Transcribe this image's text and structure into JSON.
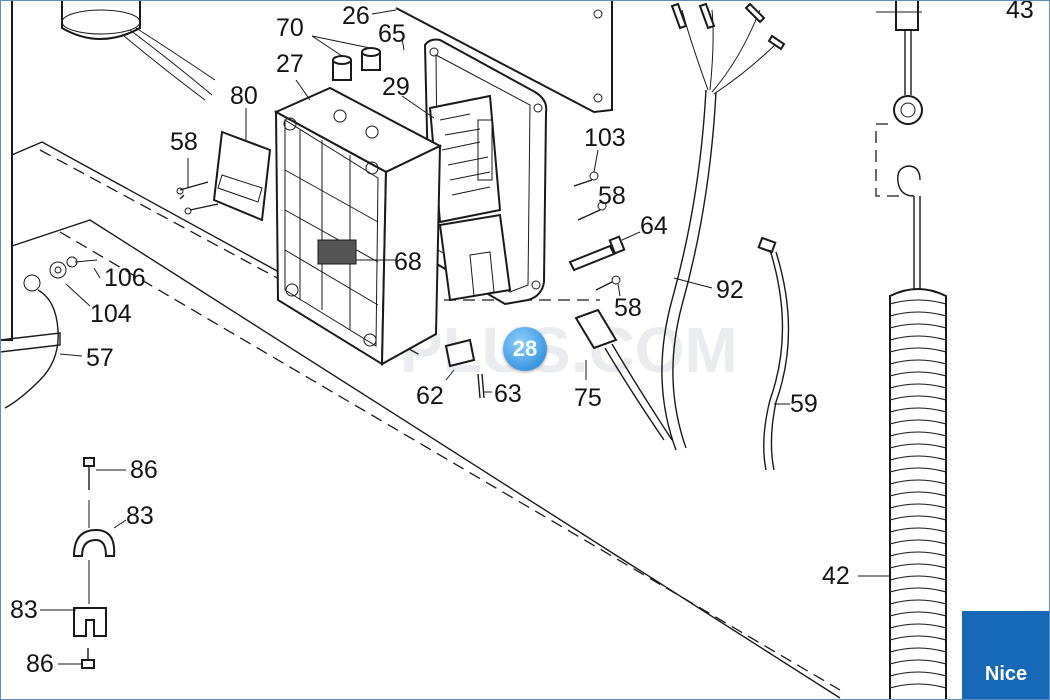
{
  "watermark": "PLUS.COM",
  "brand": {
    "text": "Nice",
    "color": "#1769b8"
  },
  "highlight": {
    "label": "28",
    "color": "#3c98e0"
  },
  "labels": {
    "l26": "26",
    "l43": "43",
    "l70": "70",
    "l65": "65",
    "l27": "27",
    "l29": "29",
    "l80": "80",
    "l58a": "58",
    "l103": "103",
    "l58b": "58",
    "l64": "64",
    "l68": "68",
    "l106": "106",
    "l104": "104",
    "l92": "92",
    "l58c": "58",
    "l57": "57",
    "l62": "62",
    "l63": "63",
    "l75": "75",
    "l59": "59",
    "l86a": "86",
    "l83a": "83",
    "l83b": "83",
    "l42": "42",
    "l86b": "86"
  }
}
